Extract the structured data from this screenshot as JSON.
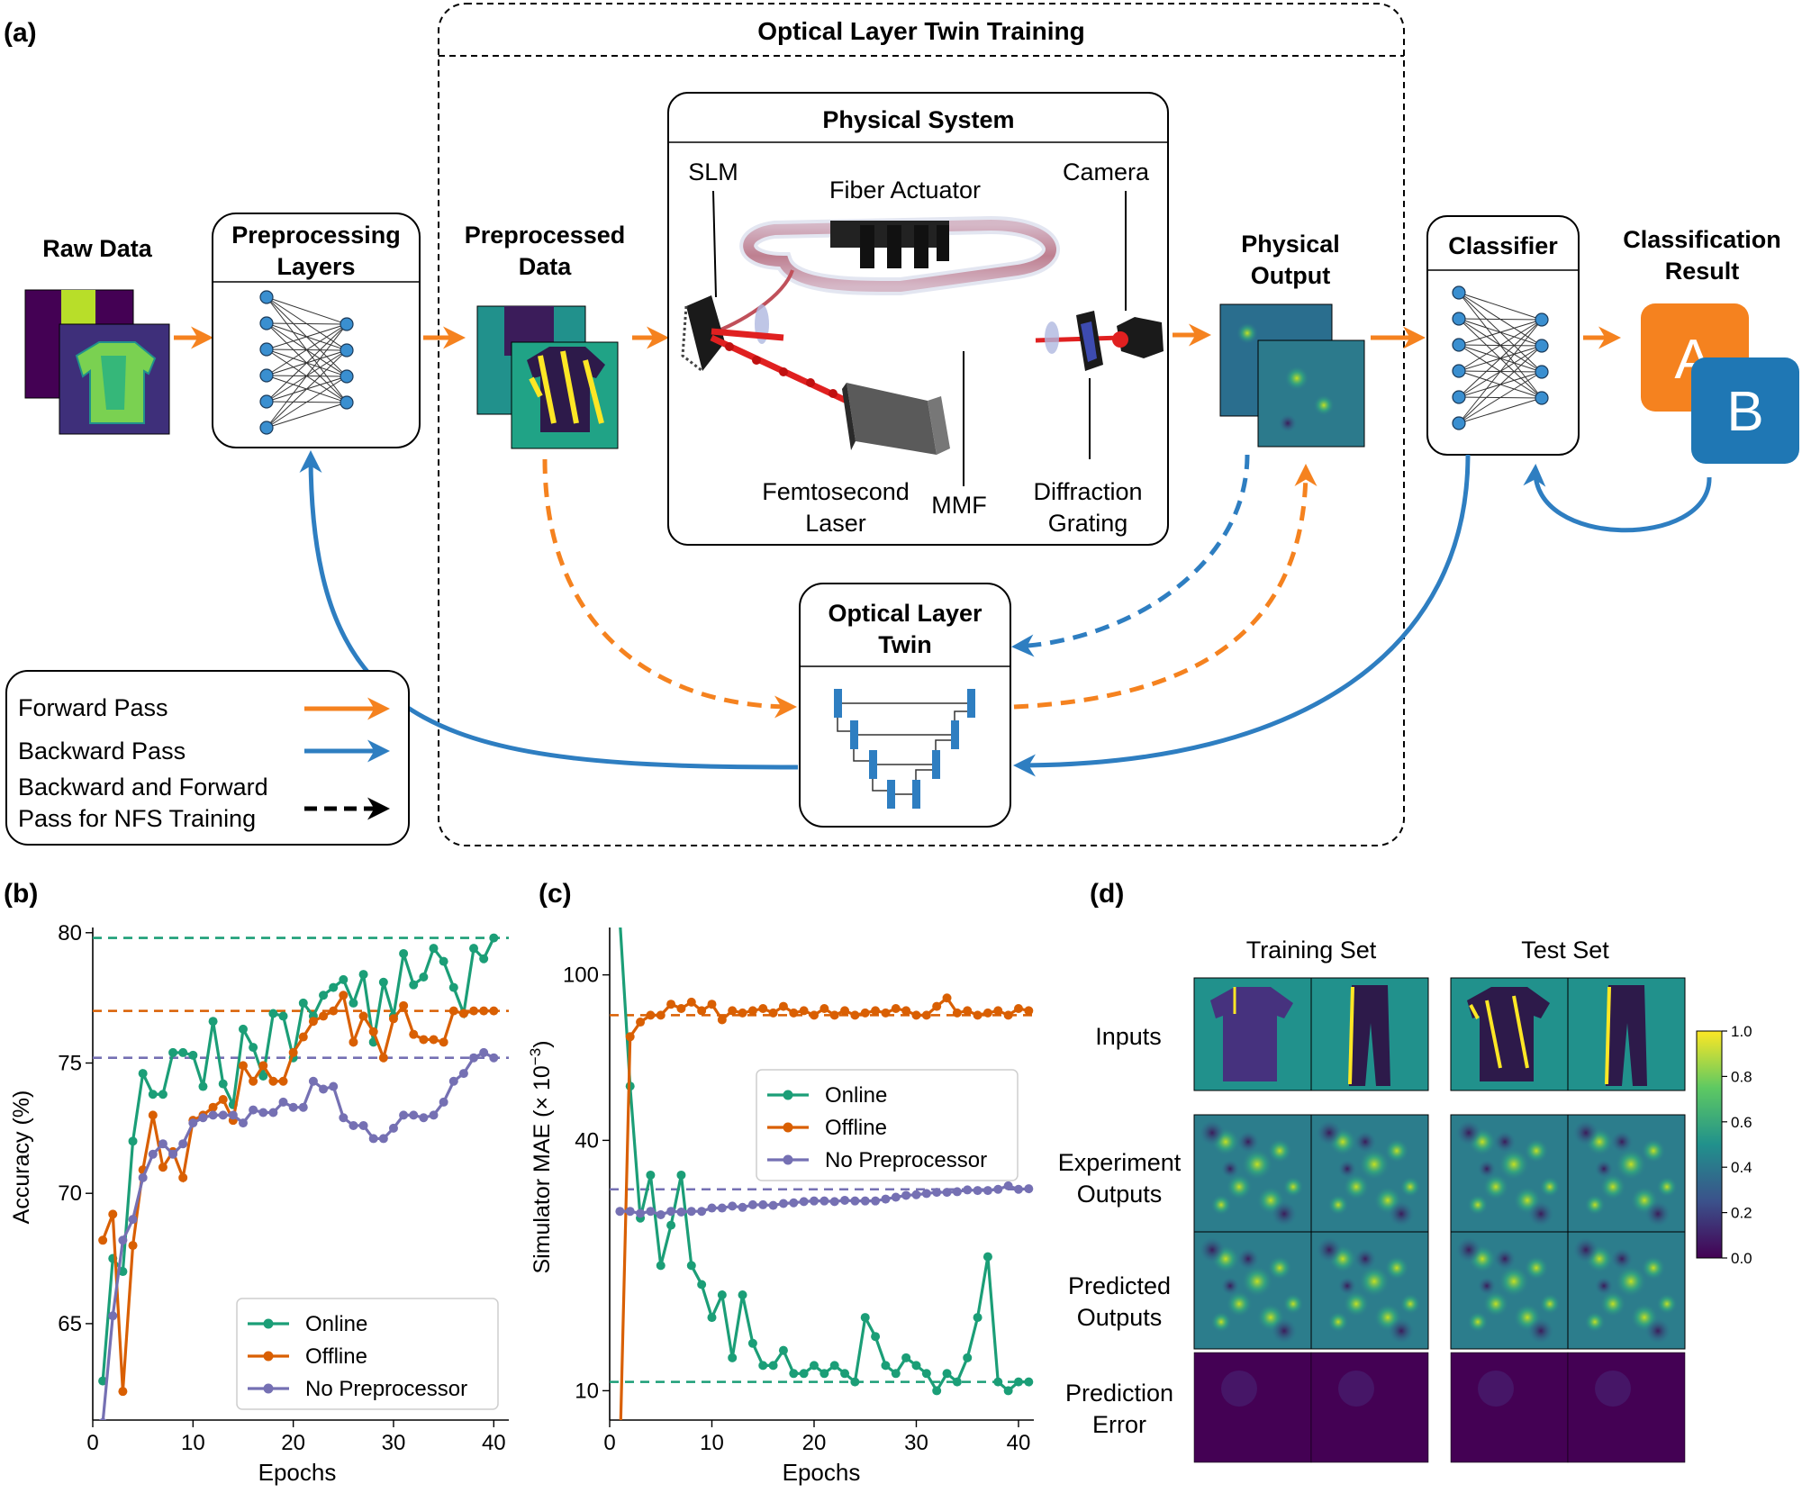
{
  "colors": {
    "forward": "#F5821F",
    "backward": "#2E7EC1",
    "online": "#1B9E77",
    "offline": "#D95F02",
    "nopre": "#7570B3",
    "node": "#3A8FD0",
    "classA": "#F5821F",
    "classB": "#1F77B4",
    "viridis_dark": "#440154",
    "viridis_teal": "#21918C",
    "viridis_yellow": "#FDE725"
  },
  "panel_a": {
    "label": "(a)",
    "twin_training_title": "Optical Layer Twin Training",
    "raw_data": "Raw Data",
    "preprocessing_line1": "Preprocessing",
    "preprocessing_line2": "Layers",
    "preprocessed_line1": "Preprocessed",
    "preprocessed_line2": "Data",
    "physical_system": "Physical System",
    "slm": "SLM",
    "fiber_actuator": "Fiber Actuator",
    "camera": "Camera",
    "femto_line1": "Femtosecond",
    "femto_line2": "Laser",
    "mmf": "MMF",
    "diffraction_line1": "Diffraction",
    "diffraction_line2": "Grating",
    "physical_output_line1": "Physical",
    "physical_output_line2": "Output",
    "classifier": "Classifier",
    "classification_line1": "Classification",
    "classification_line2": "Result",
    "class_a": "A",
    "class_b": "B",
    "twin_line1": "Optical Layer",
    "twin_line2": "Twin",
    "legend_forward": "Forward Pass",
    "legend_backward": "Backward Pass",
    "legend_both_line1": "Backward and Forward",
    "legend_both_line2": "Pass for NFS Training"
  },
  "panel_b": {
    "label": "(b)",
    "chart_data": {
      "type": "line",
      "xlabel": "Epochs",
      "ylabel": "Accuracy (%)",
      "xlim": [
        0,
        41.5
      ],
      "ylim": [
        61.3,
        80.2
      ],
      "xticks": [
        0,
        10,
        20,
        30,
        40
      ],
      "yticks": [
        65,
        70,
        75,
        80
      ],
      "legend": "bottom-right",
      "series": [
        {
          "name": "Online",
          "color": "#1B9E77",
          "hline": 79.8,
          "values": [
            62.8,
            67.5,
            67.0,
            72.0,
            74.6,
            73.8,
            73.8,
            75.4,
            75.4,
            75.3,
            74.1,
            76.6,
            74.2,
            73.4,
            76.3,
            75.6,
            74.5,
            76.9,
            76.8,
            75.2,
            77.3,
            76.8,
            77.6,
            77.9,
            78.2,
            77.3,
            78.4,
            75.8,
            78.1,
            76.8,
            79.2,
            78.0,
            78.3,
            79.4,
            78.9,
            77.9,
            76.9,
            79.4,
            79.0,
            79.8
          ]
        },
        {
          "name": "Offline",
          "color": "#D95F02",
          "hline": 77.0,
          "values": [
            68.2,
            69.2,
            62.4,
            68.0,
            70.9,
            73.0,
            71.0,
            71.6,
            70.6,
            72.8,
            73.0,
            73.3,
            73.6,
            72.8,
            74.9,
            74.3,
            74.9,
            74.3,
            74.3,
            75.4,
            76.0,
            76.6,
            76.8,
            77.0,
            77.6,
            75.8,
            76.8,
            76.2,
            75.2,
            76.7,
            77.2,
            76.1,
            75.9,
            75.9,
            75.8,
            77.0,
            76.9,
            77.0,
            77.0,
            77.0
          ]
        },
        {
          "name": "No Preprocessor",
          "color": "#7570B3",
          "hline": 75.2,
          "values": [
            61.2,
            65.3,
            68.2,
            69.0,
            70.6,
            71.5,
            71.9,
            71.5,
            71.9,
            72.7,
            72.9,
            73.0,
            73.0,
            73.0,
            72.7,
            73.2,
            73.1,
            73.1,
            73.5,
            73.3,
            73.3,
            74.3,
            74.0,
            74.1,
            72.9,
            72.6,
            72.6,
            72.1,
            72.1,
            72.5,
            73.0,
            73.0,
            72.9,
            73.0,
            73.5,
            74.3,
            74.6,
            75.2,
            75.4,
            75.2
          ]
        }
      ]
    }
  },
  "panel_c": {
    "label": "(c)",
    "chart_data": {
      "type": "line",
      "xlabel": "Epochs",
      "ylabel": "Simulator MAE (× 10⁻³)",
      "ylabel_base": "Simulator MAE (",
      "ylabel_times": "× 10",
      "ylabel_exp": "−3",
      "ylabel_close": ")",
      "yscale": "log",
      "xlim": [
        0,
        41.5
      ],
      "ylim": [
        8.5,
        130
      ],
      "xticks": [
        0,
        10,
        20,
        30,
        40
      ],
      "yticks": [
        10,
        40,
        100
      ],
      "legend": "center-right",
      "series": [
        {
          "name": "Online",
          "color": "#1B9E77",
          "hline": 10.5,
          "values": [
            135,
            54,
            26,
            33,
            20,
            25,
            33,
            20,
            18,
            15,
            17,
            12,
            17,
            13,
            11.5,
            11.5,
            12.5,
            11.0,
            11.0,
            11.5,
            11.0,
            11.5,
            11.0,
            10.5,
            15.0,
            13.5,
            11.5,
            11.0,
            12.0,
            11.5,
            11.0,
            10.0,
            11.0,
            10.5,
            12.0,
            15.0,
            21.0,
            10.5,
            10.0,
            10.5,
            10.5
          ]
        },
        {
          "name": "Offline",
          "color": "#D95F02",
          "hline": 80,
          "values": [
            7,
            71,
            77,
            80,
            80,
            85,
            83,
            86,
            82,
            85,
            78,
            82,
            81,
            82,
            83,
            81,
            84,
            81,
            82,
            80,
            83,
            80,
            82,
            80,
            81,
            82,
            81,
            83,
            82,
            80,
            80,
            84,
            88,
            81,
            82,
            80,
            81,
            82,
            80,
            83,
            82
          ]
        },
        {
          "name": "No Preprocessor",
          "color": "#7570B3",
          "hline": 30.5,
          "values": [
            27,
            27,
            26.7,
            27,
            26.5,
            27,
            26.9,
            27,
            27,
            27.5,
            27.5,
            27.8,
            27.6,
            28,
            28,
            27.9,
            28.2,
            28.3,
            28.5,
            28.6,
            28.6,
            28.5,
            28.7,
            28.6,
            28.6,
            28.6,
            28.9,
            29.2,
            29.5,
            29.6,
            29.8,
            30,
            30,
            30.1,
            30.4,
            30.3,
            30.3,
            30.5,
            31.1,
            30.5,
            30.6
          ]
        }
      ]
    }
  },
  "panel_d": {
    "label": "(d)",
    "col_training": "Training Set",
    "col_test": "Test Set",
    "row_inputs": "Inputs",
    "row_experiment_line1": "Experiment",
    "row_experiment_line2": "Outputs",
    "row_predicted_line1": "Predicted",
    "row_predicted_line2": "Outputs",
    "row_error_line1": "Prediction",
    "row_error_line2": "Error",
    "colorbar_ticks": [
      "1.0",
      "0.8",
      "0.6",
      "0.4",
      "0.2",
      "0.0"
    ]
  }
}
